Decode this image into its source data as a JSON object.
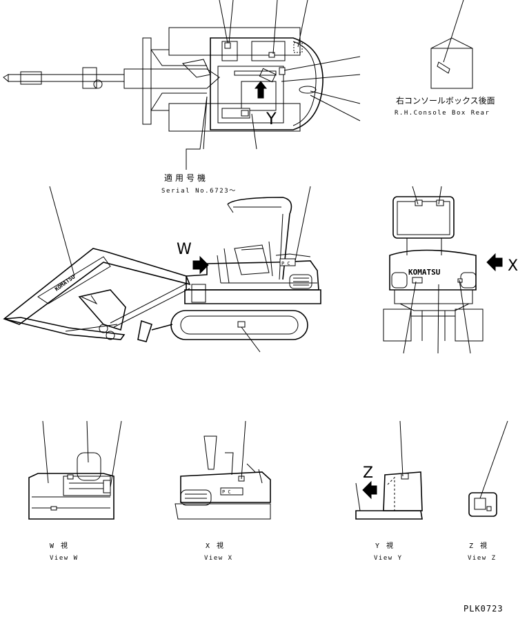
{
  "top_view": {
    "arrow_label": "Y",
    "serial_jp": "適用号機",
    "serial_en": "Serial No.6723～"
  },
  "console": {
    "title_jp": "右コンソールボックス後面",
    "title_en": "R.H.Console Box Rear"
  },
  "side_view": {
    "arrow_label": "W",
    "boom_logo": "KOMATSU",
    "decal_text": "P C"
  },
  "rear_view": {
    "arrow_label": "X",
    "logo": "KOMATSU"
  },
  "view_w": {
    "label_jp": "W　視",
    "label_en": "View W"
  },
  "view_x": {
    "label_jp": "X　視",
    "label_en": "View X",
    "decal_text": "P C"
  },
  "view_y": {
    "label_jp": "Y　視",
    "label_en": "View Y",
    "arrow_label": "Z"
  },
  "view_z": {
    "label_jp": "Z　視",
    "label_en": "View Z"
  },
  "footer": {
    "part_code": "PLK0723"
  }
}
